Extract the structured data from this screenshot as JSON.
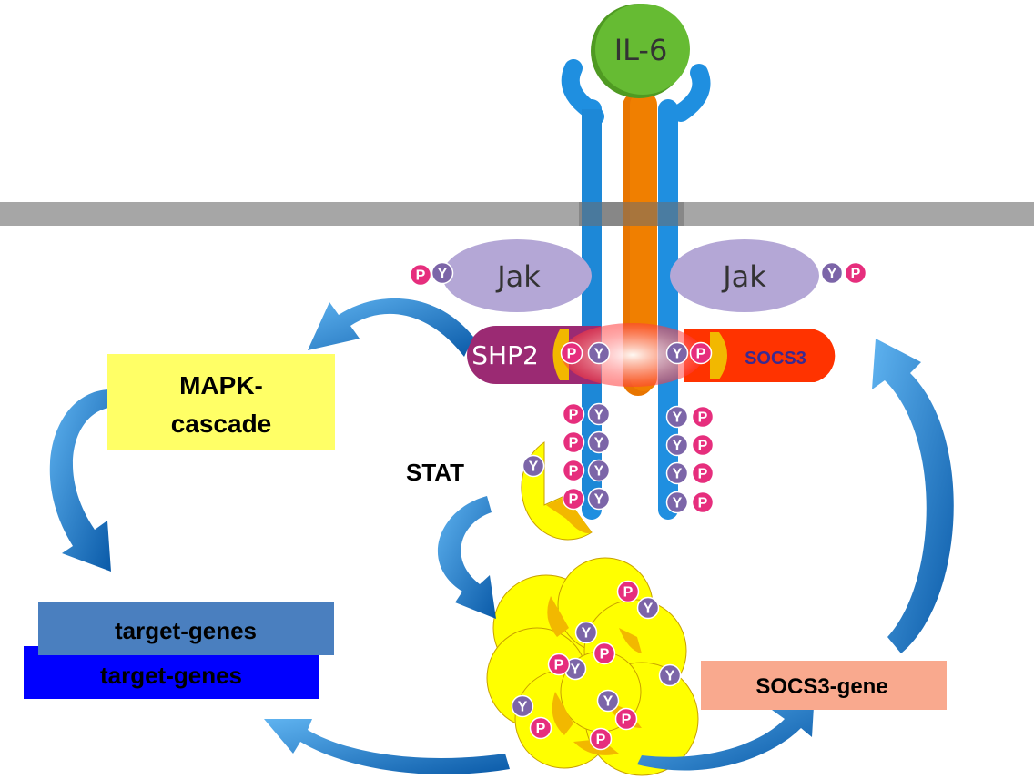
{
  "labels": {
    "il6": "IL-6",
    "jak_left": "Jak",
    "jak_right": "Jak",
    "shp2": "SHP2",
    "socs3": "SOCS3",
    "stat": "STAT",
    "mapk_line1": "MAPK-",
    "mapk_line2": "cascade",
    "target_genes_upper": "target-genes",
    "target_genes_lower": "target-genes",
    "socs3_gene": "SOCS3-gene"
  },
  "symbols": {
    "phosphate": "P",
    "tyrosine": "Y"
  },
  "colors": {
    "membrane": "#a6a6a6",
    "gp130": "#1f8fe0",
    "il6_receptor": "#f07f00",
    "il6": "#66bb33",
    "jak": "#b4a7d6",
    "shp2": "#9b2a73",
    "socs3": "#ff3300",
    "stat": "#ffff00",
    "stat_inner": "#f2b800",
    "phosphate": "#e62e7d",
    "tyrosine": "#7c65a8",
    "mapk_box": "#ffff66",
    "target_box_upper": "#4a7fbf",
    "target_box_lower": "#0000ff",
    "socs3_gene_box": "#f9a98e",
    "arrow": "#1f80d0"
  }
}
